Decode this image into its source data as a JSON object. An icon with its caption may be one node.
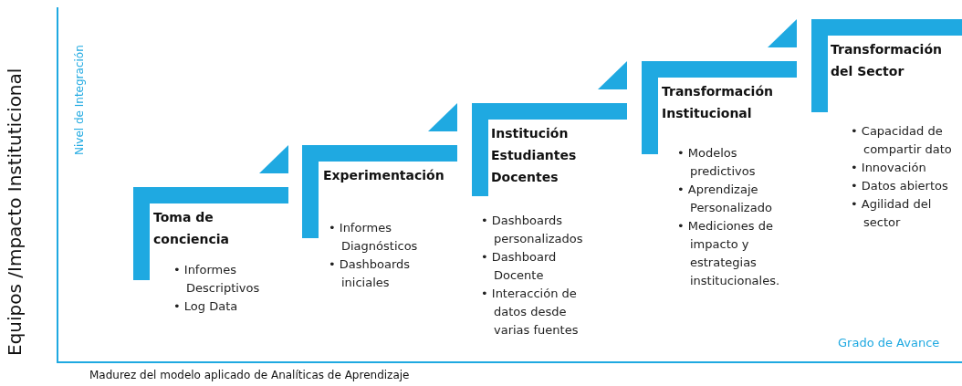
{
  "diagram": {
    "nodes": [
      {
        "text": [
          "Toma de conciencia"
        ],
        "beside": [
          "• Informes Descriptivos",
          "• Log Data"
        ]
      },
      {
        "text": [
          "Experimentación"
        ],
        "beside": [
          "• Informes Diagnósticos",
          "• Dashboards iniciales"
        ]
      },
      {
        "text": [
          "Institución Estudiantes Docentes"
        ],
        "beside": [
          "• Dashboards personalizados",
          "• Dashboard Docente",
          "• Interacción de datos desde varias fuentes"
        ]
      },
      {
        "text": [
          "Transformación Institucional"
        ],
        "beside": [
          "• Modelos predictivos",
          "• Aprendizaje Personalizado",
          "• Mediciones de impacto y estrategias institucionales."
        ]
      },
      {
        "text": [
          "Transformación del Sector"
        ],
        "beside": [
          "• Capacidad de compartir dato",
          "• Innovación",
          "• Datos abiertos",
          "• Agilidad del sector"
        ]
      }
    ],
    "edges": [],
    "labels": [
      "Nivel de Integración",
      "Equipos /Impacto Instituticional",
      "Grado de Avance",
      "Madurez del modelo aplicado de Analíticas de Aprendizaje"
    ]
  }
}
